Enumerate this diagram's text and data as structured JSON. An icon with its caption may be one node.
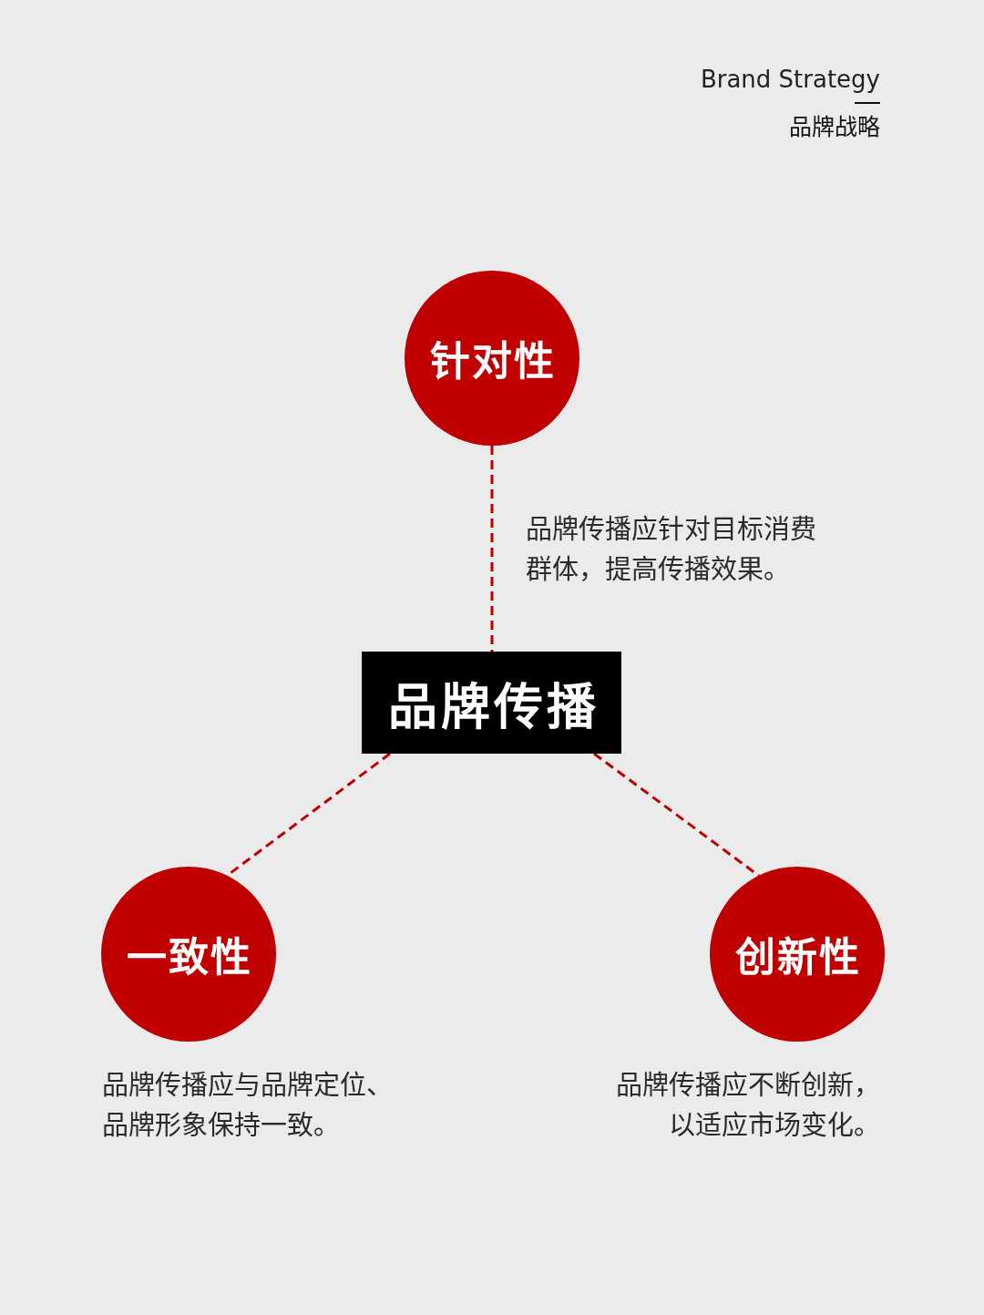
{
  "diagram": {
    "nodes": [
      {
        "text": [
          "针对性"
        ],
        "beside": [
          "品牌传播应针对目标消费群体，提高传播效果。"
        ]
      },
      {
        "text": [
          "品牌传播"
        ]
      },
      {
        "text": [
          "一致性"
        ],
        "beside": [
          "品牌传播应与品牌定位、品牌形象保持一致。"
        ]
      },
      {
        "text": [
          "创新性"
        ],
        "beside": [
          "品牌传播应不断创新，以适应市场变化。"
        ]
      }
    ],
    "edges": [
      {
        "from": 0,
        "to": 1,
        "arrow": "none",
        "style": "dashed"
      },
      {
        "from": 1,
        "to": 2,
        "arrow": "none",
        "style": "dashed"
      },
      {
        "from": 1,
        "to": 3,
        "arrow": "none",
        "style": "dashed"
      }
    ],
    "labels": [
      "Brand Strategy",
      "品牌战略"
    ]
  }
}
